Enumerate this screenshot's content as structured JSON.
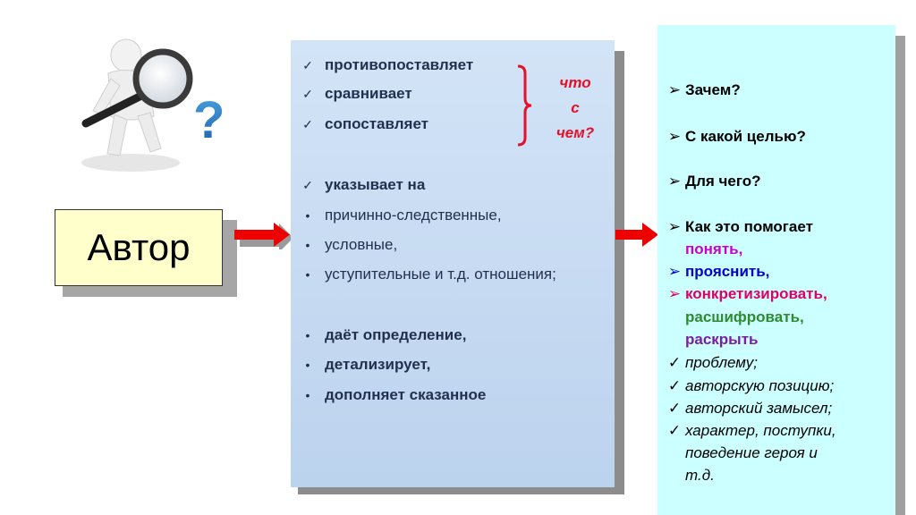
{
  "author": {
    "label": "Автор"
  },
  "clipart": {
    "description_icon": "magnifier-person-icon",
    "question_glyph": "?"
  },
  "middle": {
    "group1": [
      {
        "bullet": "✓",
        "text": "противопоставляет"
      },
      {
        "bullet": "✓",
        "text": "сравнивает"
      },
      {
        "bullet": "✓",
        "text": "сопоставляет"
      }
    ],
    "note_lines": [
      "что",
      "с",
      "чем?"
    ],
    "points_header": {
      "bullet": "✓",
      "text": "указывает на"
    },
    "relations": [
      {
        "bullet": "•",
        "text": "причинно-следственные,"
      },
      {
        "bullet": "•",
        "text": "условные,"
      },
      {
        "bullet": "•",
        "text": "уступительные и т.д. отношения;"
      }
    ],
    "actions": [
      {
        "bullet": "•",
        "text": "даёт определение,"
      },
      {
        "bullet": "•",
        "text": "детализирует,"
      },
      {
        "bullet": "•",
        "text": "дополняет сказанное"
      }
    ]
  },
  "right": {
    "questions": [
      "Зачем?",
      "С какой целью?",
      "Для чего?",
      "Как это помогает"
    ],
    "verbs": [
      {
        "text": "понять,",
        "color": "#cc00cc",
        "marker": ""
      },
      {
        "text": "прояснить,",
        "color": "#0000cc",
        "marker": "➢"
      },
      {
        "text": "конкретизировать,",
        "color": "#e0006a",
        "marker": "➢"
      },
      {
        "text": "расшифровать,",
        "color": "#2e8b2e",
        "marker": ""
      },
      {
        "text": "раскрыть",
        "color": "#7a1fa2",
        "marker": ""
      }
    ],
    "objects": [
      {
        "lines": [
          "проблему;"
        ]
      },
      {
        "lines": [
          "авторскую позицию;"
        ]
      },
      {
        "lines": [
          "авторский замысел;"
        ]
      },
      {
        "lines": [
          "характер, поступки,",
          "поведение героя и",
          "т.д."
        ]
      }
    ]
  },
  "colors": {
    "arrow": "#ee0000",
    "note_red": "#e4112a",
    "right_bg": "#ccffff",
    "author_bg": "#ffffcc"
  }
}
